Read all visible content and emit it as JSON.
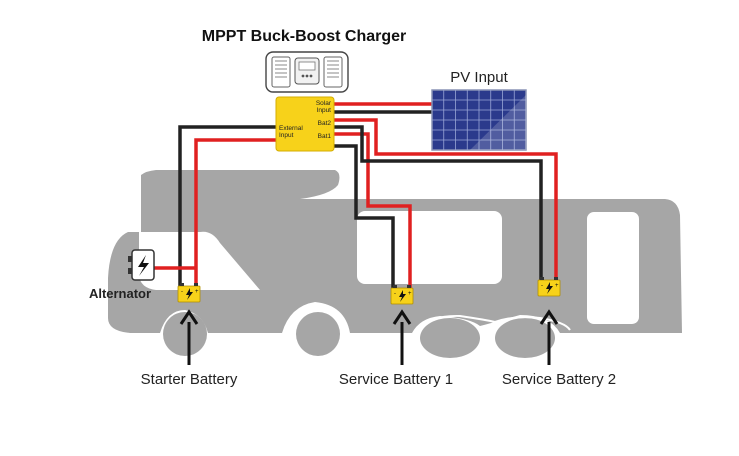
{
  "title": "MPPT Buck-Boost Charger",
  "pv_input": "PV Input",
  "alternator": "Alternator",
  "batteries": {
    "starter": "Starter Battery",
    "service1": "Service Battery 1",
    "service2": "Service Battery 2"
  },
  "ports": {
    "solar_line1": "Solar",
    "solar_line2": "Input",
    "external_line1": "External",
    "external_line2": "Input",
    "bat2": "Bat2",
    "bat1": "Bat1"
  },
  "colors": {
    "vehicle": "#a6a6a6",
    "window": "#ffffff",
    "positive_wire": "#e02020",
    "negative_wire": "#222222",
    "junction_box": "#f7d21a",
    "battery": "#f7d21a",
    "solar_panel": "#2b3a8c"
  }
}
